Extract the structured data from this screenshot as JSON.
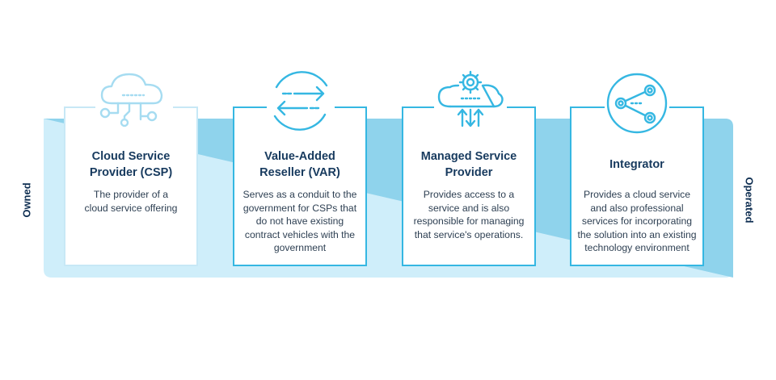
{
  "axis": {
    "left_label": "Owned",
    "right_label": "Operated"
  },
  "colors": {
    "band_dark": "#8fd3ec",
    "band_light": "#cfeefa",
    "card1_border": "#c7e8f6",
    "card_border": "#35b7e2",
    "icon1_stroke": "#a6dcf1",
    "icon_stroke": "#35b7e2",
    "title_color": "#173a5e",
    "text_color": "#2d3f52"
  },
  "cards": [
    {
      "icon": "cloud-network-icon",
      "title_line1": "Cloud Service",
      "title_line2": "Provider (CSP)",
      "desc": [
        "The provider of a",
        "cloud service offering"
      ]
    },
    {
      "icon": "exchange-arrows-icon",
      "title_line1": "Value-Added",
      "title_line2": "Reseller (VAR)",
      "desc": [
        "Serves as a conduit to the",
        "government for CSPs that",
        "do not have existing",
        "contract vehicles with the",
        "government"
      ]
    },
    {
      "icon": "cloud-gear-icon",
      "title_line1": "Managed Service",
      "title_line2": "Provider",
      "desc": [
        "Provides access to a",
        "service and is also",
        "responsible for managing",
        "that service's operations."
      ]
    },
    {
      "icon": "share-network-icon",
      "title_line1": "Integrator",
      "title_line2": "",
      "desc": [
        "Provides a cloud service",
        "and also professional",
        "services for incorporating",
        "the solution into an existing",
        "technology environment"
      ]
    }
  ]
}
